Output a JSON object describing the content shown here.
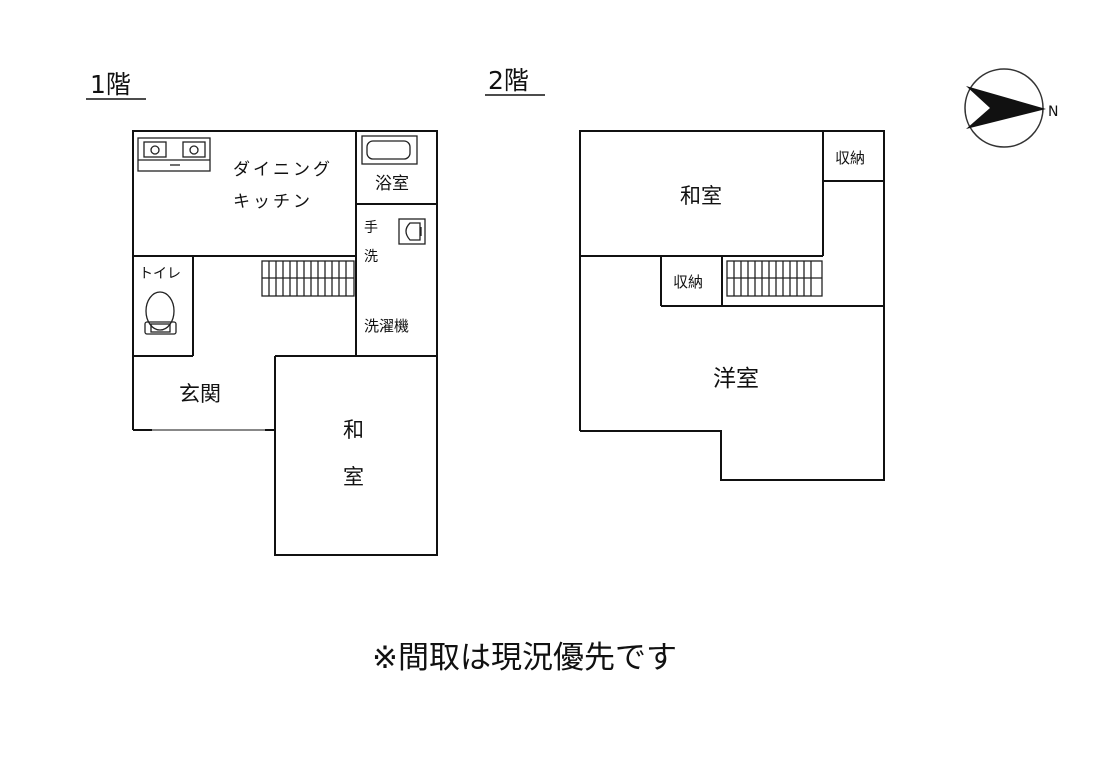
{
  "floor1": {
    "title": "1階",
    "rooms": {
      "dining_kitchen": "ダイニング",
      "dining_kitchen_2": "キッチン",
      "bathroom": "浴室",
      "handwash_1": "手",
      "handwash_2": "洗",
      "toilet": "トイレ",
      "laundry": "洗濯機",
      "entrance": "玄関",
      "japanese_room_1": "和",
      "japanese_room_2": "室"
    }
  },
  "floor2": {
    "title": "2階",
    "rooms": {
      "japanese_room": "和室",
      "storage_top": "収納",
      "storage_mid": "収納",
      "western_room": "洋室"
    }
  },
  "compass": {
    "north": "N"
  },
  "note": "※間取は現況優先です"
}
